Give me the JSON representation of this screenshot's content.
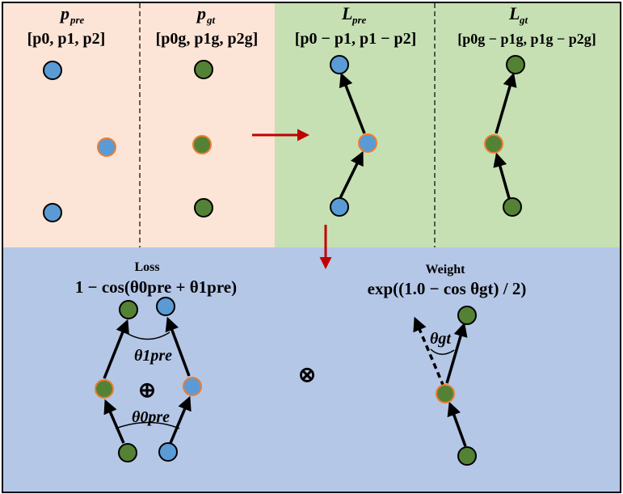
{
  "colors": {
    "panel_orange": "#fce4d6",
    "panel_green": "#c6e0b4",
    "panel_blue": "#b4c7e7",
    "node_blue": "#5b9bd5",
    "node_green": "#548235",
    "node_orange_ring": "#ed7d31",
    "arrow_red": "#c00000",
    "arrow_black": "#000000"
  },
  "panels": {
    "p_pre": {
      "symbol": "p",
      "sub": "pre",
      "vector": "[p0, p1, p2]"
    },
    "p_gt": {
      "symbol": "p",
      "sub": "gt",
      "vector": "[p0g, p1g, p2g]"
    },
    "L_pre": {
      "symbol": "L",
      "sub": "pre",
      "vector": "[p0 − p1, p1 − p2]"
    },
    "L_gt": {
      "symbol": "L",
      "sub": "gt",
      "vector": "[p0g − p1g, p1g − p2g]"
    }
  },
  "loss": {
    "label": "Loss",
    "formula": "1 − cos(θ0pre + θ1pre)",
    "theta1": "θ1pre",
    "theta0": "θ0pre",
    "plus_symbol": "⊕"
  },
  "weight": {
    "label": "Weight",
    "formula": "exp((1.0 − cos θgt) / 2)",
    "theta": "θgt"
  },
  "multiply_symbol": "⊗"
}
